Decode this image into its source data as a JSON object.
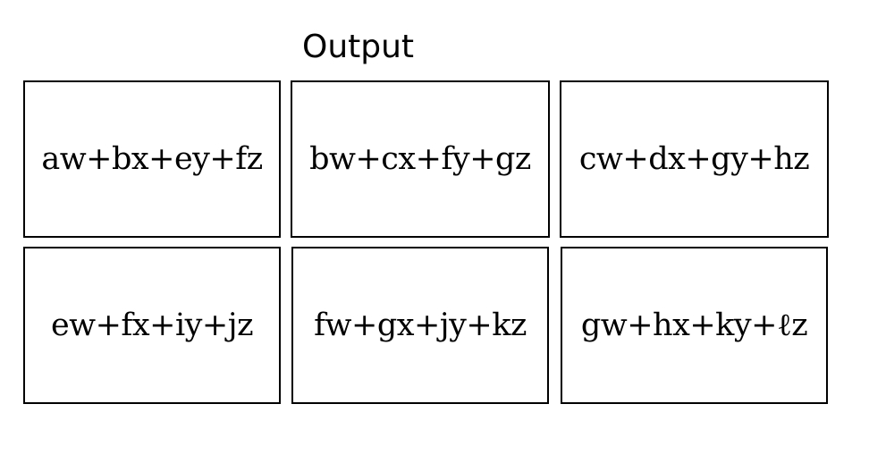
{
  "title": "Output",
  "cells": [
    "aw+bx+ey+fz",
    "bw+cx+fy+gz",
    "cw+dx+gy+hz",
    "ew+fx+iy+jz",
    "fw+gx+jy+kz",
    "gw+hx+ky+ℓz"
  ]
}
